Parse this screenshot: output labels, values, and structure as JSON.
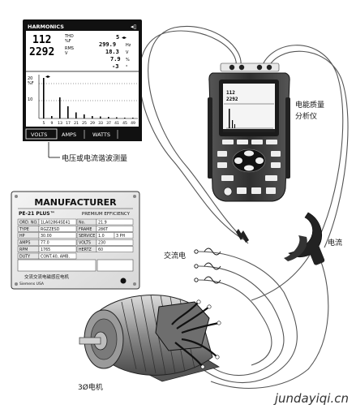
{
  "screen": {
    "title": "HARMONICS",
    "thd_value": "112",
    "thd_label": "THD",
    "thd_unit": "%F",
    "rms_value": "2292",
    "rms_label": "RMS",
    "rms_unit": "V",
    "harmonic_no": "5",
    "frequency": "299.9",
    "frequency_unit": "Hz",
    "value_3": "18.3",
    "value_3_unit": "V",
    "value_4": "7.9",
    "value_4_unit": "%",
    "value_5": "-3",
    "value_5_unit": "°",
    "axis_label_top": "20",
    "axis_label_mid": "%F",
    "axis_label_bottom": "10",
    "xticks": [
      "5",
      "9",
      "13",
      "17",
      "21",
      "25",
      "29",
      "33",
      "37",
      "41",
      "45",
      "49"
    ],
    "tabs": [
      "VOLTS",
      "AMPS",
      "WATTS"
    ],
    "bars": [
      100,
      6,
      52,
      30,
      15,
      10,
      6,
      5,
      4,
      3,
      2,
      2
    ]
  },
  "screen_caption": "电压或电流谐波测量",
  "analyzer_caption_1": "电能质量",
  "analyzer_caption_2": "分析仪",
  "plate": {
    "title": "MANUFACTURER",
    "model": "PE-21 PLUS™",
    "efficiency": "PREMIUM EFFICIENCY",
    "rows": [
      {
        "l1": "ORD. NO.",
        "v1": "1LA02864SE41",
        "l2": "No.",
        "v2": "21.9"
      },
      {
        "l1": "TYPE",
        "v1": "RGZZESD",
        "l2": "FRAME",
        "v2": "286T"
      },
      {
        "l1": "HP",
        "v1": "30.00",
        "l2": "SERVICE FACTOR",
        "v2": "1.0",
        "v3": "3 PH"
      },
      {
        "l1": "AMPS",
        "v1": "77.0",
        "l2": "VOLTS",
        "v2": "230"
      },
      {
        "l1": "RPM",
        "v1": "1765",
        "l2": "HERTZ",
        "v2": "60"
      },
      {
        "l1": "DUTY",
        "v1": "CONT.40, AMB."
      }
    ],
    "footer": "交流交流电磁感应电机",
    "brand": "Siemens USA"
  },
  "ac_label": "交流电",
  "clamp_label": "电流",
  "motor_label": "3Ø电机",
  "watermark": "jundayiqi.cn",
  "colors": {
    "screen_bg": "#ffffff",
    "screen_frame": "#111111",
    "device_body": "#3a3a3a"
  }
}
